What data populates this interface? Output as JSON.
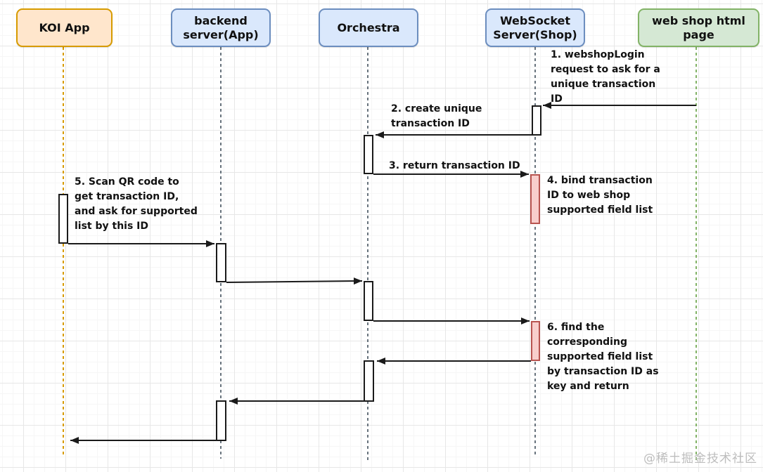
{
  "actors": [
    {
      "name": "KOI App",
      "fill": "#FFE6CC",
      "border": "#D79B00",
      "lifeline_color": "#D79B00"
    },
    {
      "name": "backend\nserver(App)",
      "fill": "#DAE8FC",
      "border": "#6C8EBF",
      "lifeline_color": "#68737D"
    },
    {
      "name": "Orchestra",
      "fill": "#DAE8FC",
      "border": "#6C8EBF",
      "lifeline_color": "#68737D"
    },
    {
      "name": "WebSocket\nServer(Shop)",
      "fill": "#DAE8FC",
      "border": "#6C8EBF",
      "lifeline_color": "#68737D"
    },
    {
      "name": "web shop html\npage",
      "fill": "#D5E8D4",
      "border": "#82B366",
      "lifeline_color": "#82B366"
    }
  ],
  "messages": [
    {
      "num": "1",
      "text": "1. webshopLogin\nrequest to ask for a\nunique transaction\nID",
      "from": "web shop html page",
      "to": "WebSocket Server(Shop)"
    },
    {
      "num": "2",
      "text": "2. create unique\ntransaction ID",
      "from": "WebSocket Server(Shop)",
      "to": "Orchestra"
    },
    {
      "num": "3",
      "text": "3. return transaction ID",
      "from": "Orchestra",
      "to": "WebSocket Server(Shop)"
    },
    {
      "num": "4",
      "text": "4. bind transaction\nID to web shop\nsupported field list",
      "from": "WebSocket Server(Shop)",
      "to": "WebSocket Server(Shop)"
    },
    {
      "num": "5",
      "text": "5. Scan QR code to\nget transaction ID,\nand ask for supported\nlist by this ID",
      "from": "KOI App",
      "to": "backend server(App)"
    },
    {
      "num": "6",
      "text": "6. find the\ncorresponding\nsupported field list\nby transaction ID as\nkey and return",
      "from": "WebSocket Server(Shop)",
      "to": "WebSocket Server(Shop)"
    }
  ],
  "colors": {
    "activation_fill": "#FFFFFF",
    "activation_border": "#1A1A1A",
    "highlight_fill": "#F8CECC",
    "highlight_border": "#B85450",
    "arrow": "#1A1A1A"
  },
  "watermark": "@稀土掘金技术社区"
}
